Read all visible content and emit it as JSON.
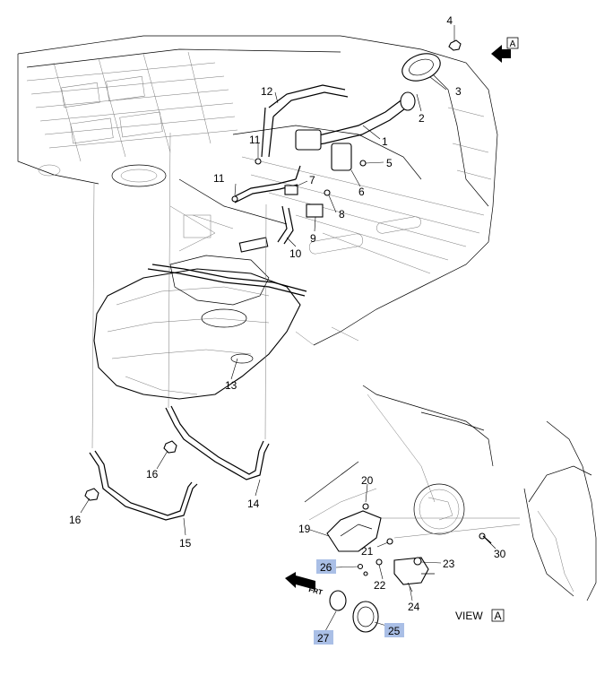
{
  "callouts": [
    {
      "id": "c1",
      "text": "1",
      "highlight": false
    },
    {
      "id": "c2",
      "text": "2",
      "highlight": false
    },
    {
      "id": "c3",
      "text": "3",
      "highlight": false
    },
    {
      "id": "c4",
      "text": "4",
      "highlight": false
    },
    {
      "id": "c5",
      "text": "5",
      "highlight": false
    },
    {
      "id": "c6",
      "text": "6",
      "highlight": false
    },
    {
      "id": "c7",
      "text": "7",
      "highlight": false
    },
    {
      "id": "c8",
      "text": "8",
      "highlight": false
    },
    {
      "id": "c9",
      "text": "9",
      "highlight": false
    },
    {
      "id": "c10",
      "text": "10",
      "highlight": false
    },
    {
      "id": "c11a",
      "text": "11",
      "highlight": false
    },
    {
      "id": "c11b",
      "text": "11",
      "highlight": false
    },
    {
      "id": "c12",
      "text": "12",
      "highlight": false
    },
    {
      "id": "c13",
      "text": "13",
      "highlight": false
    },
    {
      "id": "c14",
      "text": "14",
      "highlight": false
    },
    {
      "id": "c15",
      "text": "15",
      "highlight": false
    },
    {
      "id": "c16a",
      "text": "16",
      "highlight": false
    },
    {
      "id": "c16b",
      "text": "16",
      "highlight": false
    },
    {
      "id": "c19",
      "text": "19",
      "highlight": false
    },
    {
      "id": "c20",
      "text": "20",
      "highlight": false
    },
    {
      "id": "c21",
      "text": "21",
      "highlight": false
    },
    {
      "id": "c22",
      "text": "22",
      "highlight": false
    },
    {
      "id": "c23",
      "text": "23",
      "highlight": false
    },
    {
      "id": "c24",
      "text": "24",
      "highlight": false
    },
    {
      "id": "c25",
      "text": "25",
      "highlight": true
    },
    {
      "id": "c26",
      "text": "26",
      "highlight": true
    },
    {
      "id": "c27",
      "text": "27",
      "highlight": true
    },
    {
      "id": "c30",
      "text": "30",
      "highlight": false
    }
  ],
  "view_arrow_letter": "A",
  "view_label": {
    "prefix": "VIEW",
    "letter": "A"
  },
  "frt_label": "FRT",
  "highlight_color": "#aabfe6"
}
